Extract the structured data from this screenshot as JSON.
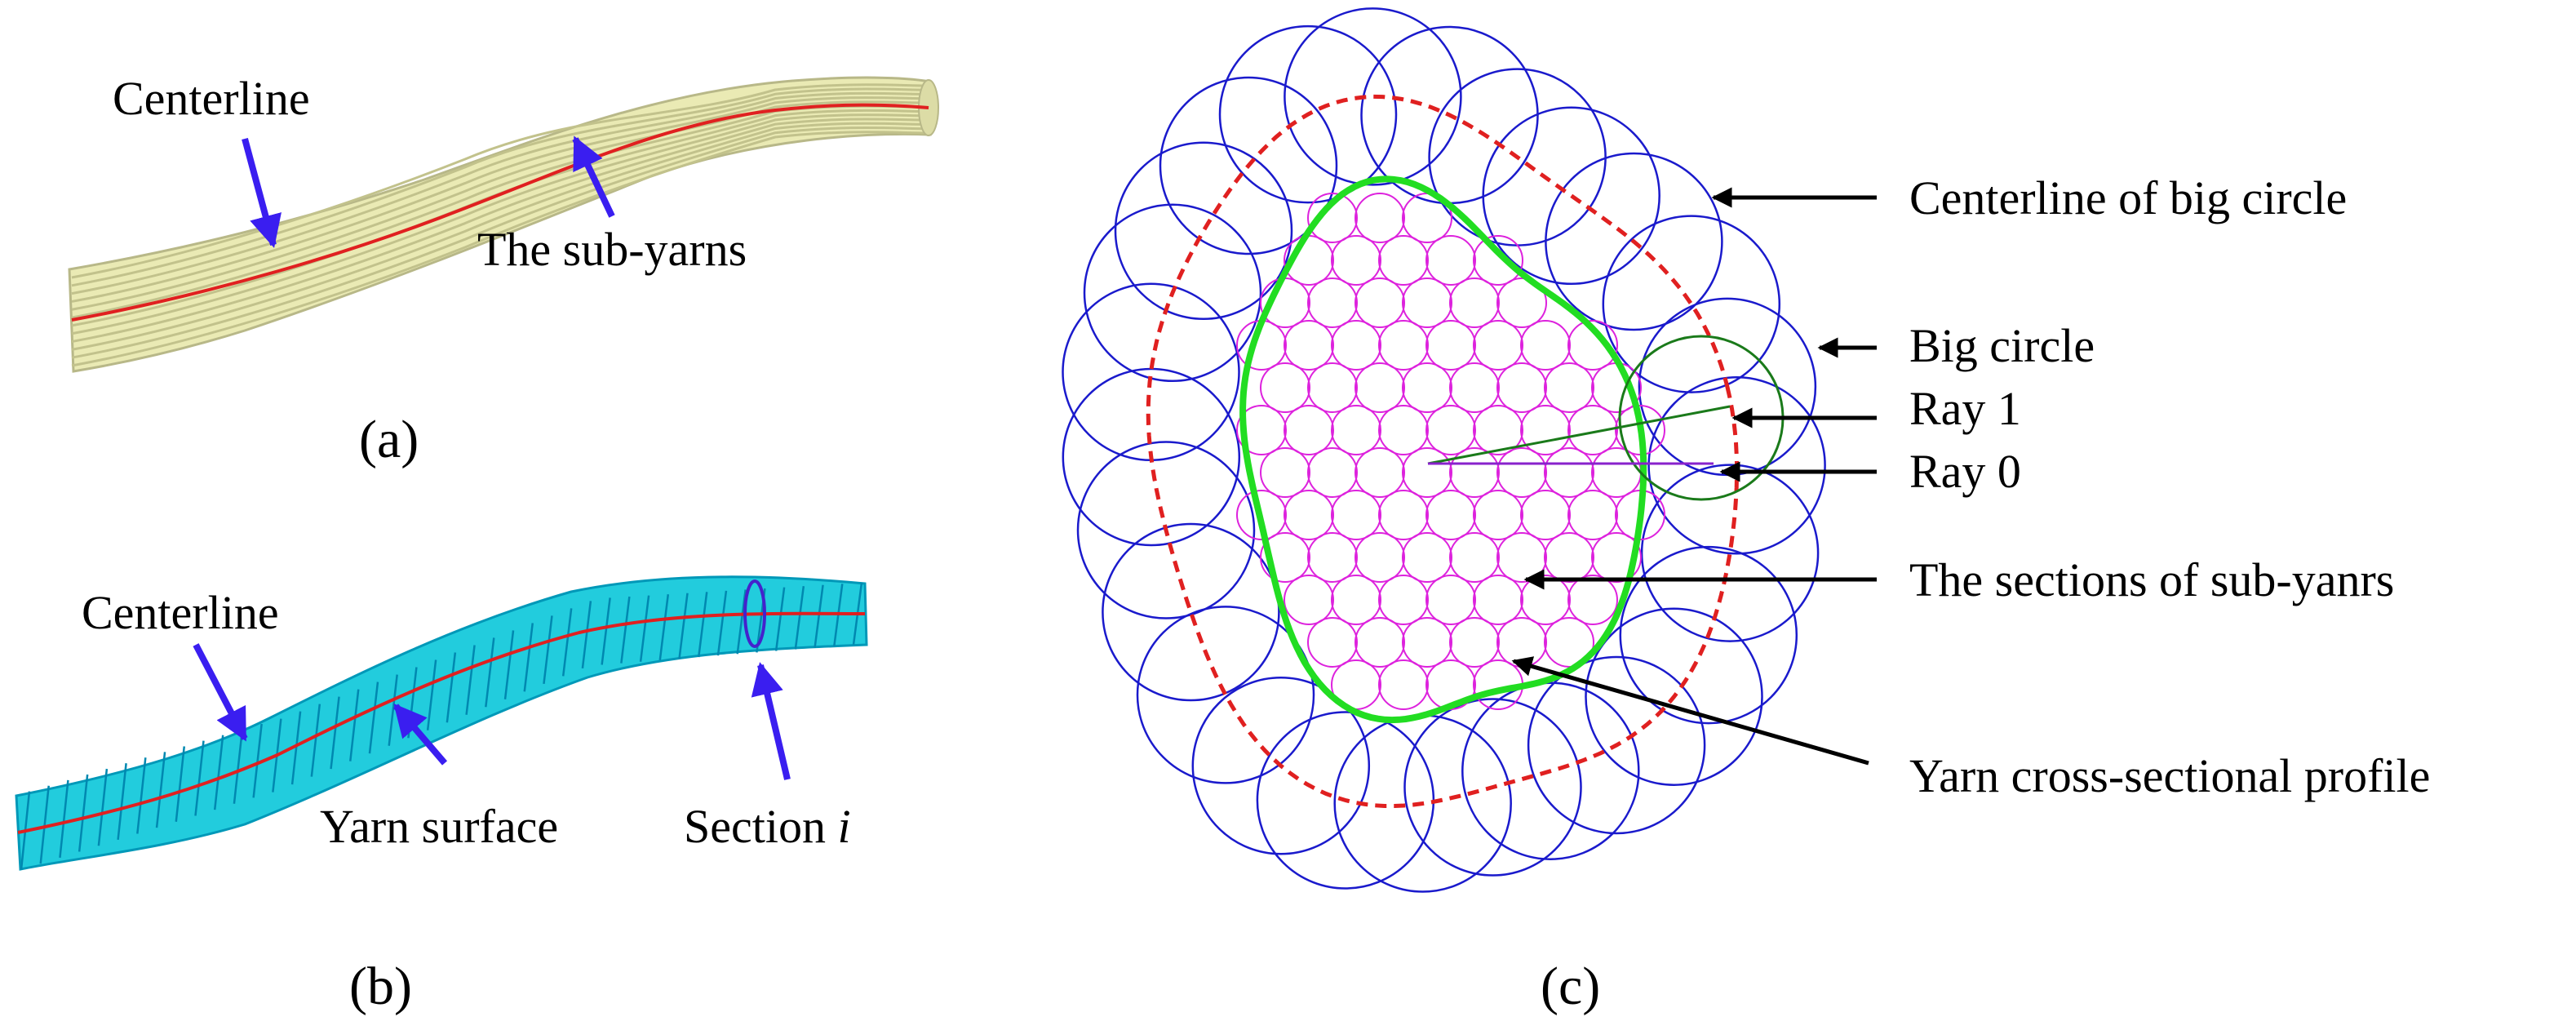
{
  "panel_a": {
    "caption": "(a)",
    "labels": {
      "centerline": "Centerline",
      "sub_yarns": "The sub-yarns"
    },
    "colors": {
      "fill": "#eaeab4",
      "stripe": "#c6c690",
      "centerline": "#e02020",
      "arrow": "#3a1ef0"
    }
  },
  "panel_b": {
    "caption": "(b)",
    "labels": {
      "centerline": "Centerline",
      "surface": "Yarn surface",
      "section_prefix": "Section ",
      "section_index": "i"
    },
    "colors": {
      "fill": "#22ccdd",
      "mesh": "#0088b0",
      "centerline": "#e02020",
      "section": "#4422cc",
      "arrow": "#3a1ef0"
    }
  },
  "panel_c": {
    "caption": "(c)",
    "labels": {
      "centerline_big_circle": "Centerline of big circle",
      "big_circle": "Big circle",
      "ray1": "Ray 1",
      "ray0": "Ray 0",
      "sections": "The sections of sub-yanrs",
      "profile": "Yarn cross-sectional profile"
    },
    "colors": {
      "big_circles": "#1a1acc",
      "centerline": "#e02020",
      "profile": "#22dd22",
      "sub_sections": "#dd22dd",
      "highlight_circle": "#1a7a1a",
      "ray1": "#1a7a1a",
      "ray0": "#8822cc",
      "arrow": "#000000"
    }
  }
}
